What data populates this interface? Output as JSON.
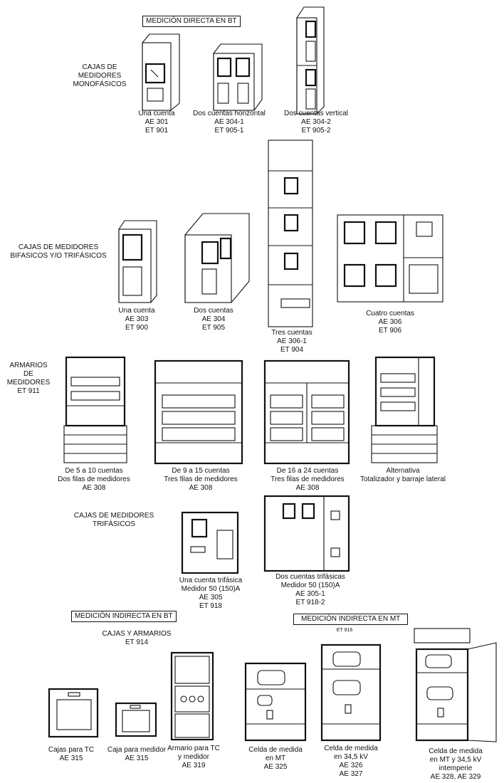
{
  "sections": {
    "direct_bt": {
      "header": "MEDICIÓN DIRECTA EN BT",
      "mono_label": [
        "CAJAS DE",
        "MEDIDORES",
        "MONOFÁSICOS"
      ],
      "mono_items": [
        {
          "lines": [
            "Una cuenta",
            "AE 301",
            "ET 901"
          ]
        },
        {
          "lines": [
            "Dos cuentas horizontal",
            "AE 304-1",
            "ET 905-1"
          ]
        },
        {
          "lines": [
            "Dos cuentas vertical",
            "AE 304-2",
            "ET 905-2"
          ]
        }
      ],
      "bi_label": [
        "CAJAS DE MEDIDORES",
        "BIFASICOS Y/O TRIFÁSICOS"
      ],
      "bi_items": [
        {
          "lines": [
            "Una cuenta",
            "AE 303",
            "ET 900"
          ]
        },
        {
          "lines": [
            "Dos cuentas",
            "AE 304",
            "ET 905"
          ]
        },
        {
          "lines": [
            "Tres cuentas",
            "AE 306-1",
            "ET 904"
          ]
        },
        {
          "lines": [
            "Cuatro cuentas",
            "AE 306",
            "ET 906"
          ]
        }
      ],
      "arm_label": [
        "ARMARIOS",
        "DE",
        "MEDIDORES",
        "ET 911"
      ],
      "arm_items": [
        {
          "lines": [
            "De 5 a 10 cuentas",
            "Dos filas de medidores",
            "AE 308"
          ]
        },
        {
          "lines": [
            "De 9 a 15 cuentas",
            "Tres filas de medidores",
            "AE 308"
          ]
        },
        {
          "lines": [
            "De 16 a 24 cuentas",
            "Tres filas de medidores",
            "AE 308"
          ]
        },
        {
          "lines": [
            "Alternativa",
            "Totalizador y barraje lateral"
          ]
        }
      ],
      "tri_label": [
        "CAJAS DE MEDIDORES",
        "TRIFÁSICOS"
      ],
      "tri_items": [
        {
          "lines": [
            "Una cuenta trifásica",
            "Medidor 50 (150)A",
            "AE 305",
            "ET 918"
          ]
        },
        {
          "lines": [
            "Dos cuentas trifásicas",
            "Medidor 50 (150)A",
            "AE 305-1",
            "ET 918-2"
          ]
        }
      ]
    },
    "indirect_bt": {
      "header": "MEDICIÓN INDIRECTA EN BT",
      "label": [
        "CAJAS Y ARMARIOS",
        "ET 914"
      ],
      "items": [
        {
          "lines": [
            "Cajas para TC",
            "AE 315"
          ]
        },
        {
          "lines": [
            "Caja para medidor",
            "AE 315"
          ]
        },
        {
          "lines": [
            "Armario para TC",
            "y medidor",
            "AE 319"
          ]
        }
      ]
    },
    "indirect_mt": {
      "header": "MEDICIÓN INDIRECTA EN MT",
      "sub": "ET 916",
      "items": [
        {
          "lines": [
            "Celda de medida",
            "en MT",
            "AE 325"
          ]
        },
        {
          "lines": [
            "Celda de medida",
            "en 34,5 kV",
            "AE 326",
            "AE 327"
          ]
        },
        {
          "lines": [
            "Celda de medida",
            "en MT y 34,5 kV",
            "intemperie",
            "AE 328, AE 329"
          ]
        }
      ]
    }
  }
}
